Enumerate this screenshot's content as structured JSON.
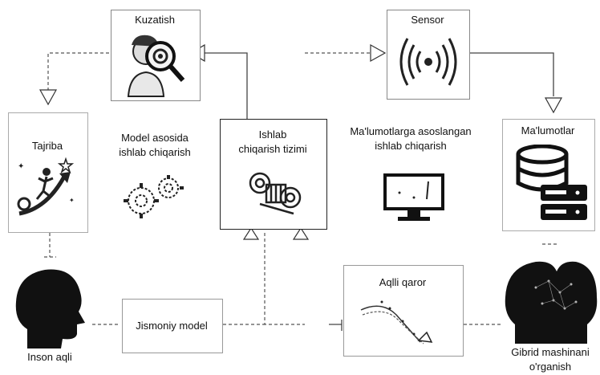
{
  "nodes": {
    "kuzatish": "Kuzatish",
    "sensor": "Sensor",
    "tajriba": "Tajriba",
    "model_asosida": [
      "Model asosida",
      "ishlab chiqarish"
    ],
    "ishlab_tizimi": [
      "Ishlab",
      "chiqarish  tizimi"
    ],
    "malumotlarga": [
      "Ma'lumotlarga asoslangan",
      "ishlab chiqarish"
    ],
    "malumotlar": "Ma'lumotlar",
    "inson_aqli": "Inson aqli",
    "jismoniy_model": "Jismoniy model",
    "aqlli_qaror": "Aqlli qaror",
    "gibrid": [
      "Gibrid mashinani",
      "o'rganish"
    ]
  },
  "icons": [
    "magnifier-person-icon",
    "sensor-waves-icon",
    "growth-climber-icon",
    "gears-icon",
    "factory-gears-icon",
    "monitor-icon",
    "database-icon",
    "human-head-icon",
    "hybrid-heads-icon",
    "decision-chart-icon"
  ]
}
